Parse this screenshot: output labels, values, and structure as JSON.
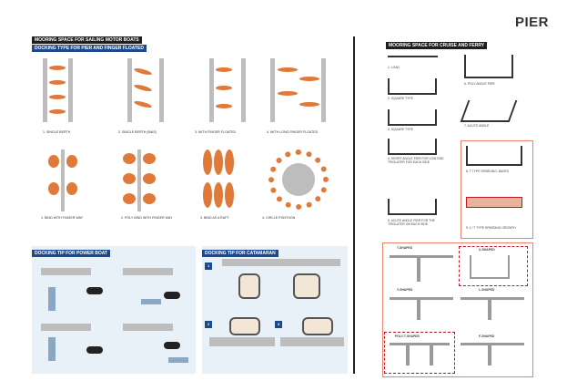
{
  "page_title": "PIER",
  "left": {
    "main_header": "MOORING SPACE FOR SAILING MOTOR BOATS",
    "sub_header": "DOCKING TYPE FOR PIER AND FINGER FLOATED",
    "row1_captions": [
      "1. SINGLE BERTH",
      "2. SINGLE BERTH (BIAS)",
      "3. WITH FINGER FLOATED",
      "4. WITH LONG FINGER FLOATED"
    ],
    "row2_captions": [
      "1. BIND WITH FINGER WAY",
      "2. POLY BIND WITH FINGER WAY",
      "3. BIND AS A RAFT",
      "4. CIRCLE PONTOON"
    ],
    "power_boat_header": "DOCKING TIP FOR POWER BOAT",
    "catamaran_header": "DOCKING TIP FOR CATAMARAN",
    "catamaran_steps": [
      "1",
      "2",
      "3"
    ]
  },
  "right": {
    "main_header": "MOORING SPACE FOR CRUISE AND FERRY",
    "types": [
      "1. LOAD",
      "2. SQUARE TYPE",
      "3. SQUARE TYPE",
      "4. SHORT ANGLE PIER FOR LOW END TRIGLATER FOR EACH SIDE",
      "5. ACUTE ANGLE PIER FOR THE TRIGLATER ON EACH SIDE",
      "6. POLY ANGLE PIER",
      "7. ACUTE ANGLE",
      "8. T TYPE SPARDING, BASES",
      "9. L / T TYPE SPARDING GROWTH"
    ],
    "shapes": [
      "T-SHAPED",
      "U-SHAPED",
      "Y-SHAPED",
      "L-SHAPED",
      "POLY-T-SHAPED",
      "F-SHAPED"
    ]
  }
}
